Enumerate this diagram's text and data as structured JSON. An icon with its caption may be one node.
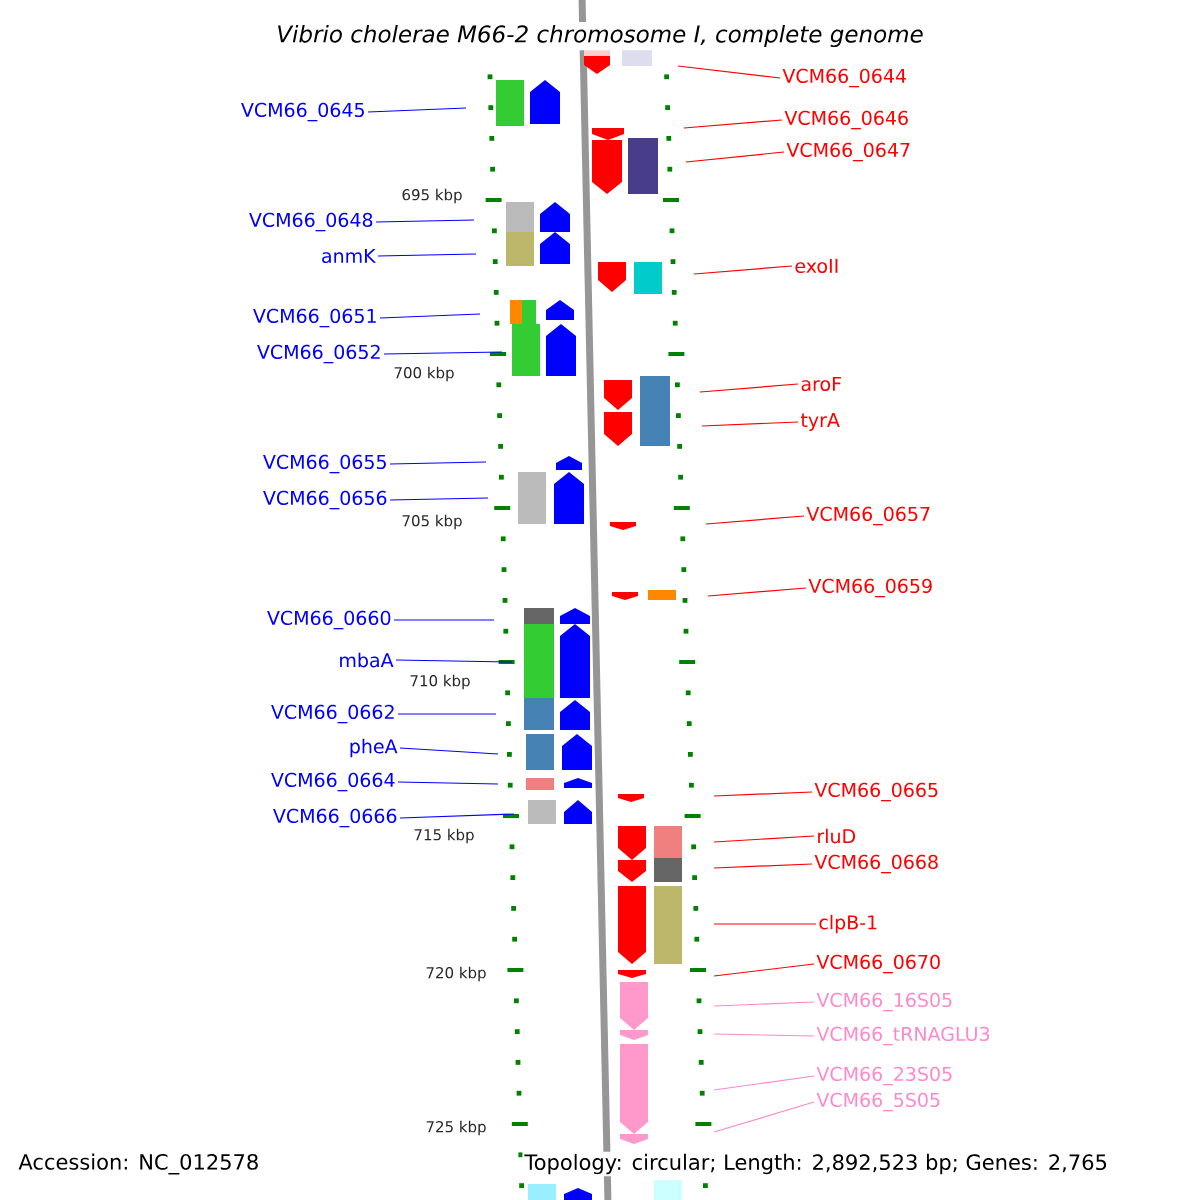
{
  "diagram": {
    "title": "Vibrio cholerae M66-2 chromosome I, complete genome",
    "nodes": [
      {
        "text": [
          "VCM66_0645"
        ]
      },
      {
        "text": [
          "VCM66_0648"
        ]
      },
      {
        "text": [
          "anmK"
        ]
      },
      {
        "text": [
          "VCM66_0651"
        ]
      },
      {
        "text": [
          "VCM66_0652"
        ]
      },
      {
        "text": [
          "VCM66_0655"
        ]
      },
      {
        "text": [
          "VCM66_0656"
        ]
      },
      {
        "text": [
          "VCM66_0660"
        ]
      },
      {
        "text": [
          "mbaA"
        ]
      },
      {
        "text": [
          "VCM66_0662"
        ]
      },
      {
        "text": [
          "pheA"
        ]
      },
      {
        "text": [
          "VCM66_0664"
        ]
      },
      {
        "text": [
          "VCM66_0666"
        ]
      },
      {
        "text": [
          "VCM66_0644"
        ]
      },
      {
        "text": [
          "VCM66_0646"
        ]
      },
      {
        "text": [
          "VCM66_0647"
        ]
      },
      {
        "text": [
          "exoII"
        ]
      },
      {
        "text": [
          "aroF"
        ]
      },
      {
        "text": [
          "tyrA"
        ]
      },
      {
        "text": [
          "VCM66_0657"
        ]
      },
      {
        "text": [
          "VCM66_0659"
        ]
      },
      {
        "text": [
          "VCM66_0665"
        ]
      },
      {
        "text": [
          "rluD"
        ]
      },
      {
        "text": [
          "VCM66_0668"
        ]
      },
      {
        "text": [
          "clpB-1"
        ]
      },
      {
        "text": [
          "VCM66_0670"
        ]
      },
      {
        "text": [
          "VCM66_16S05"
        ]
      },
      {
        "text": [
          "VCM66_tRNAGLU3"
        ]
      },
      {
        "text": [
          "VCM66_23S05"
        ]
      },
      {
        "text": [
          "VCM66_5S05"
        ]
      }
    ],
    "edges": [
      {
        "from": 0,
        "to": null,
        "arrow": "none",
        "color": "#0000ff"
      },
      {
        "from": 1,
        "to": null,
        "arrow": "none",
        "color": "#0000ff"
      },
      {
        "from": 2,
        "to": null,
        "arrow": "none",
        "color": "#0000ff"
      },
      {
        "from": 3,
        "to": null,
        "arrow": "none",
        "color": "#0000ff"
      },
      {
        "from": 4,
        "to": null,
        "arrow": "none",
        "color": "#0000ff"
      },
      {
        "from": 5,
        "to": null,
        "arrow": "none",
        "color": "#0000ff"
      },
      {
        "from": 6,
        "to": null,
        "arrow": "none",
        "color": "#0000ff"
      },
      {
        "from": 7,
        "to": null,
        "arrow": "none",
        "color": "#0000ff"
      },
      {
        "from": 8,
        "to": null,
        "arrow": "none",
        "color": "#0000ff"
      },
      {
        "from": 9,
        "to": null,
        "arrow": "none",
        "color": "#0000ff"
      },
      {
        "from": 10,
        "to": null,
        "arrow": "none",
        "color": "#0000ff"
      },
      {
        "from": 11,
        "to": null,
        "arrow": "none",
        "color": "#0000ff"
      },
      {
        "from": 12,
        "to": null,
        "arrow": "none",
        "color": "#0000ff"
      },
      {
        "from": 13,
        "to": null,
        "arrow": "none",
        "color": "#ff0000"
      },
      {
        "from": 14,
        "to": null,
        "arrow": "none",
        "color": "#ff0000"
      },
      {
        "from": 15,
        "to": null,
        "arrow": "none",
        "color": "#ff0000"
      },
      {
        "from": 16,
        "to": null,
        "arrow": "none",
        "color": "#ff0000"
      },
      {
        "from": 17,
        "to": null,
        "arrow": "none",
        "color": "#ff0000"
      },
      {
        "from": 18,
        "to": null,
        "arrow": "none",
        "color": "#ff0000"
      },
      {
        "from": 19,
        "to": null,
        "arrow": "none",
        "color": "#ff0000"
      },
      {
        "from": 20,
        "to": null,
        "arrow": "none",
        "color": "#ff0000"
      },
      {
        "from": 21,
        "to": null,
        "arrow": "none",
        "color": "#ff0000"
      },
      {
        "from": 22,
        "to": null,
        "arrow": "none",
        "color": "#ff0000"
      },
      {
        "from": 23,
        "to": null,
        "arrow": "none",
        "color": "#ff0000"
      },
      {
        "from": 24,
        "to": null,
        "arrow": "none",
        "color": "#ff0000"
      },
      {
        "from": 25,
        "to": null,
        "arrow": "none",
        "color": "#ff0000"
      },
      {
        "from": 26,
        "to": null,
        "arrow": "none",
        "color": "#ff88cc"
      },
      {
        "from": 27,
        "to": null,
        "arrow": "none",
        "color": "#ff88cc"
      },
      {
        "from": 28,
        "to": null,
        "arrow": "none",
        "color": "#ff88cc"
      },
      {
        "from": 29,
        "to": null,
        "arrow": "none",
        "color": "#ff88cc"
      }
    ],
    "labels": [
      "695 kbp",
      "700 kbp",
      "705 kbp",
      "710 kbp",
      "715 kbp",
      "720 kbp",
      "725 kbp",
      "Accession: NC_012578",
      "Topology: circular; Length: 2,892,523 bp; Genes: 2,765"
    ]
  }
}
